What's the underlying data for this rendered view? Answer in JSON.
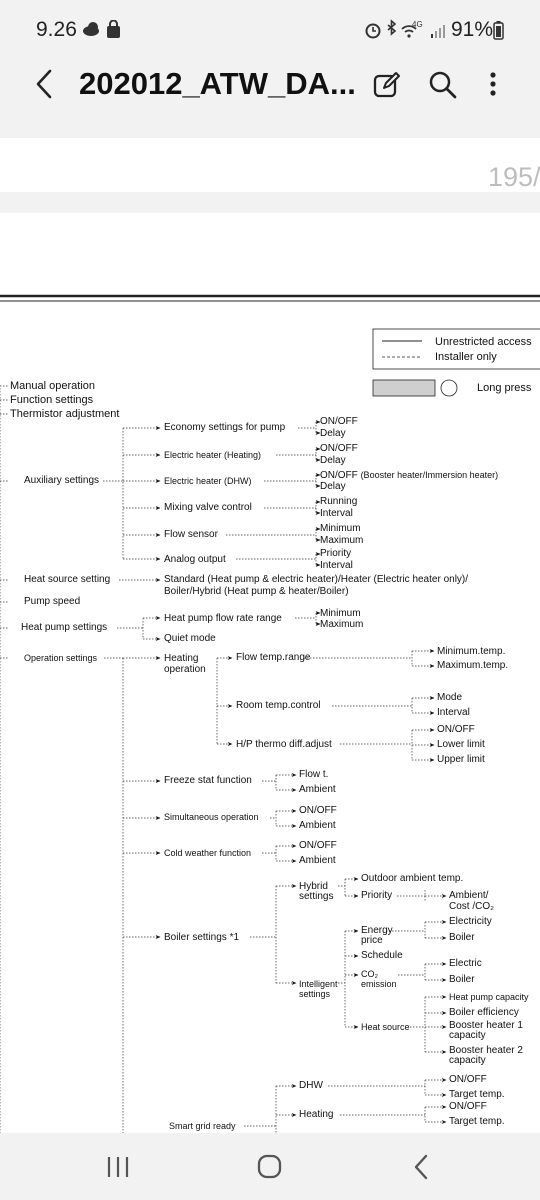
{
  "status_bar": {
    "time": "9.26",
    "network": "4G",
    "battery": "91%"
  },
  "app_bar": {
    "title": "202012_ATW_DA...",
    "icons": [
      "back-icon",
      "edit-icon",
      "search-icon",
      "more-icon"
    ]
  },
  "page": {
    "page_number": "195/"
  },
  "legend": {
    "unrestricted": "Unrestricted access",
    "installer": "Installer only",
    "long_press": "Long   press"
  },
  "menu": {
    "manual_operation": "Manual operation",
    "function_settings": "Function settings",
    "thermistor_adjustment": "Thermistor adjustment",
    "auxiliary_settings": "Auxiliary settings",
    "heat_source_setting": "Heat source setting",
    "pump_speed": "Pump speed",
    "heat_pump_settings": "Heat pump settings",
    "operation_settings": "Operation settings"
  },
  "aux": {
    "economy": "Economy settings for pump",
    "economy_onoff": "ON/OFF",
    "economy_delay": "Delay",
    "eheater_heating": "Electric heater (Heating)",
    "eh_heating_onoff": "ON/OFF",
    "eh_heating_delay": "Delay",
    "eheater_dhw": "Electric heater (DHW)",
    "eh_dhw_onoff": "ON/OFF",
    "eh_dhw_onoff_note": "(Booster heater/Immersion heater)",
    "eh_dhw_delay": "Delay",
    "mixing": "Mixing valve control",
    "mixing_running": "Running",
    "mixing_interval": "Interval",
    "flow_sensor": "Flow sensor",
    "flow_min": "Minimum",
    "flow_max": "Maximum",
    "analog": "Analog output",
    "analog_priority": "Priority",
    "analog_interval": "Interval"
  },
  "heat_source": {
    "line1": "Standard (Heat pump & electric heater)/Heater (Electric heater only)/",
    "line2": "Boiler/Hybrid (Heat pump & heater/Boiler)"
  },
  "hp_settings": {
    "flow_rate": "Heat pump flow rate range",
    "flow_min": "Minimum",
    "flow_max": "Maximum",
    "quiet": "Quiet mode"
  },
  "op": {
    "heating_l1": "Heating",
    "heating_l2": "operation",
    "flow_range": "Flow temp.range",
    "min_temp": "Minimum.temp.",
    "max_temp": "Maximum.temp.",
    "room_control": "Room temp.control",
    "mode": "Mode",
    "interval": "Interval",
    "thermo": "H/P thermo diff.adjust",
    "thermo_onoff": "ON/OFF",
    "lower": "Lower limit",
    "upper": "Upper limit",
    "freeze": "Freeze stat function",
    "freeze_flow": "Flow t.",
    "freeze_ambient": "Ambient",
    "simultaneous": "Simultaneous operation",
    "sim_onoff": "ON/OFF",
    "sim_ambient": "Ambient",
    "cold": "Cold weather function",
    "cold_onoff": "ON/OFF",
    "cold_ambient": "Ambient",
    "boiler": "Boiler settings *1",
    "hybrid_l1": "Hybrid",
    "hybrid_l2": "settings",
    "outdoor": "Outdoor ambient temp.",
    "priority": "Priority",
    "ambient_cost_l1": "Ambient/",
    "ambient_cost_l2": "Cost /CO₂",
    "energy_l1": "Energy",
    "energy_l2": "price",
    "electricity": "Electricity",
    "boiler_opt": "Boiler",
    "schedule": "Schedule",
    "co2_l1": "CO₂",
    "co2_l2": "emission",
    "electric": "Electric",
    "boiler_opt2": "Boiler",
    "intelligent_l1": "Intelligent",
    "intelligent_l2": "settings",
    "heat_source": "Heat source",
    "hp_capacity": "Heat pump capacity",
    "boiler_eff": "Boiler efficiency",
    "booster1_l1": "Booster heater 1",
    "booster1_l2": "capacity",
    "booster2_l1": "Booster heater 2",
    "booster2_l2": "capacity",
    "smart_grid": "Smart grid ready",
    "dhw": "DHW",
    "dhw_onoff": "ON/OFF",
    "dhw_target": "Target temp.",
    "heating": "Heating",
    "heat_onoff": "ON/OFF",
    "heat_target": "Target temp."
  }
}
